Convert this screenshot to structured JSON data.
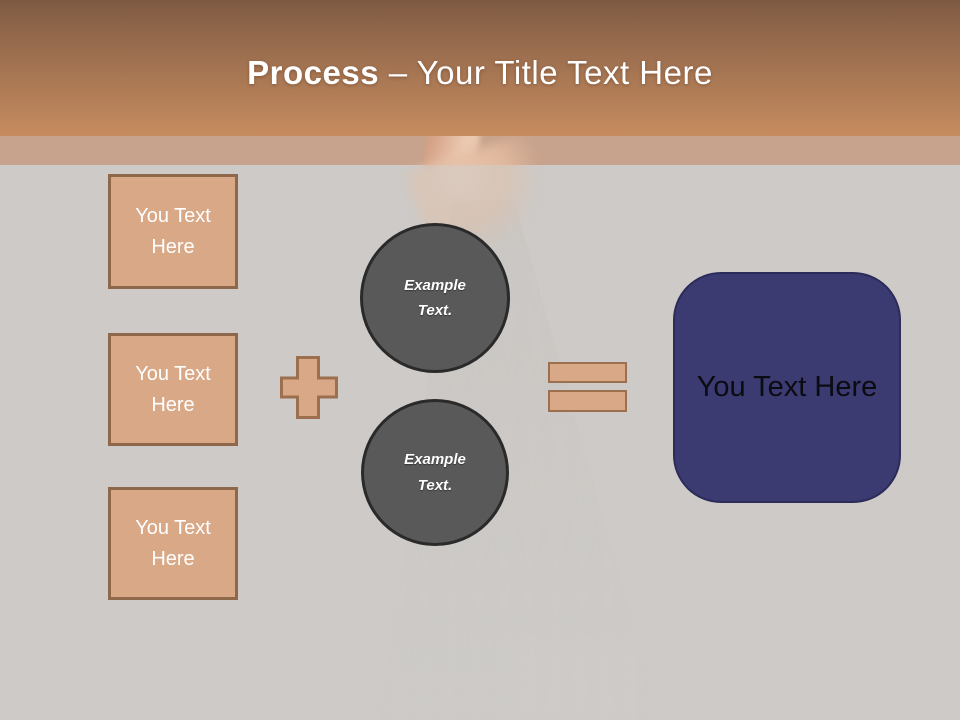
{
  "slide": {
    "title": {
      "bold": "Process",
      "rest": "– Your Title Text Here"
    },
    "left_boxes": [
      {
        "label": "You Text Here"
      },
      {
        "label": "You Text Here"
      },
      {
        "label": "You Text Here"
      }
    ],
    "circles": [
      {
        "label": "Example Text."
      },
      {
        "label": "Example Text."
      }
    ],
    "operators": {
      "plus": "plus-icon",
      "equals": "equals-icon"
    },
    "result_box": {
      "label": "You Text Here"
    },
    "colors": {
      "header_top": "#7d5942",
      "header_bottom": "#c68c5f",
      "band": "#c7a28c",
      "body_bg": "#cdcac7",
      "shape_fill": "#d9a886",
      "shape_border": "#8f674b",
      "circle_fill": "#595959",
      "circle_border": "#2a2a2a",
      "result_fill": "#3b3a71",
      "title_color": "#ffffff"
    }
  }
}
